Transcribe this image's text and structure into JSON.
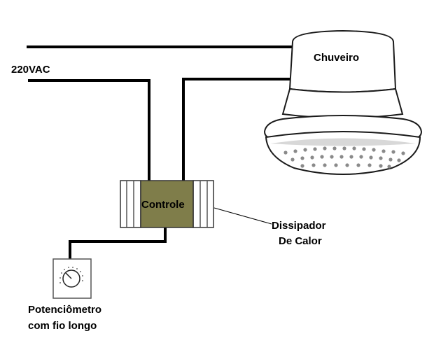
{
  "labels": {
    "supply": "220VAC",
    "shower": "Chuveiro",
    "controller": "Controle",
    "heatsink_line1": "Dissipador",
    "heatsink_line2": "De Calor",
    "pot_line1": "Potenciômetro",
    "pot_line2": "com fio longo"
  },
  "colors": {
    "wire": "#000000",
    "controller_body": "#7f7d4a",
    "heatsink_fins": "#ffffff",
    "background": "#ffffff"
  },
  "icons": {
    "shower": "shower-head-icon",
    "potentiometer": "potentiometer-dial-icon"
  }
}
